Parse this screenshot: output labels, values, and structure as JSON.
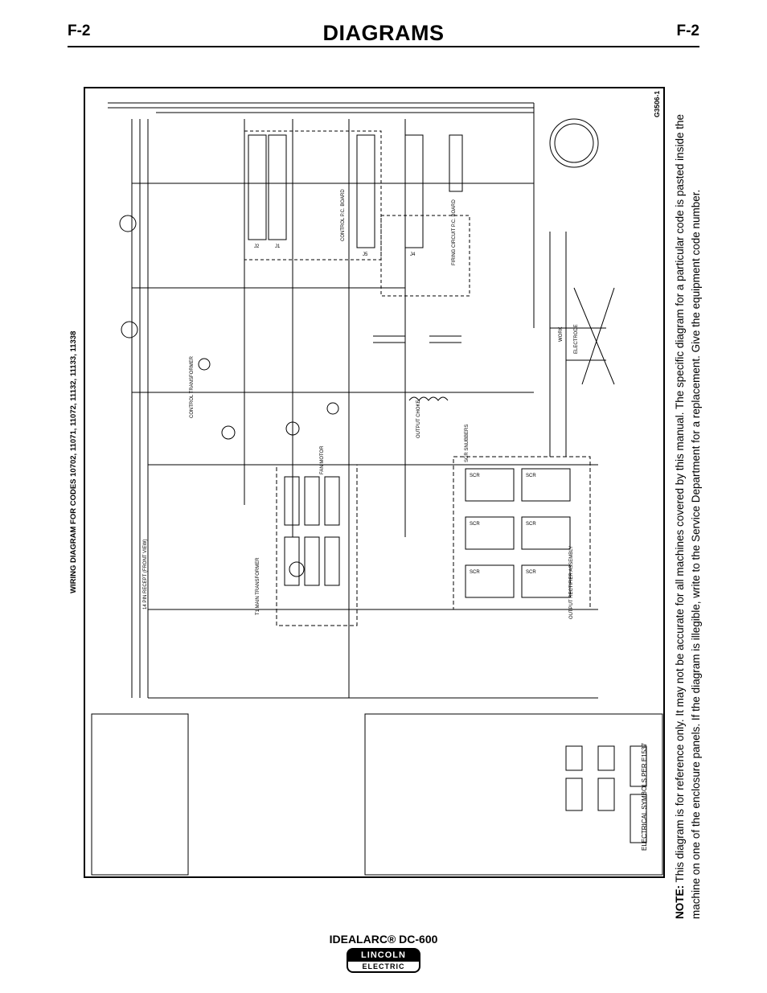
{
  "header": {
    "section_left": "F-2",
    "title": "DIAGRAMS",
    "section_right": "F-2"
  },
  "diagram": {
    "title": "WIRING DIAGRAM FOR CODES 10702, 11071, 11072, 11132, 11133, 11338",
    "document_code": "G3506-1",
    "symbols_note": "ELECTRICAL SYMBOLS PER E1537",
    "labels": {
      "main_transformer": "T1 MAIN TRANSFORMER",
      "control_transformer": "CONTROL TRANSFORMER",
      "control_board": "CONTROL P.C. BOARD",
      "firing_board": "FIRING CIRCUIT P.C. BOARD",
      "output_rectifier": "OUTPUT RECTIFIER ASSEMBLY",
      "output_choke": "OUTPUT CHOKE",
      "scr_snubbers": "SCR SNUBBERS",
      "fan_motor": "FAN MOTOR",
      "work": "WORK",
      "electrode": "ELECTRODE",
      "receptacle": "14 PIN RECEPT (FRONT VIEW)"
    }
  },
  "note": {
    "label": "NOTE:",
    "line1": "This diagram is for reference only.   It may not be accurate for all machines covered by this manual.  The specific diagram for a particular code is pasted inside the",
    "line2": "machine on one of the enclosure panels.  If the diagram is illegible, write to the Service Department for a replacement.  Give the equipment code number."
  },
  "footer": {
    "product": "IDEALARC® DC-600",
    "logo_top": "LINCOLN",
    "logo_bottom": "ELECTRIC"
  }
}
